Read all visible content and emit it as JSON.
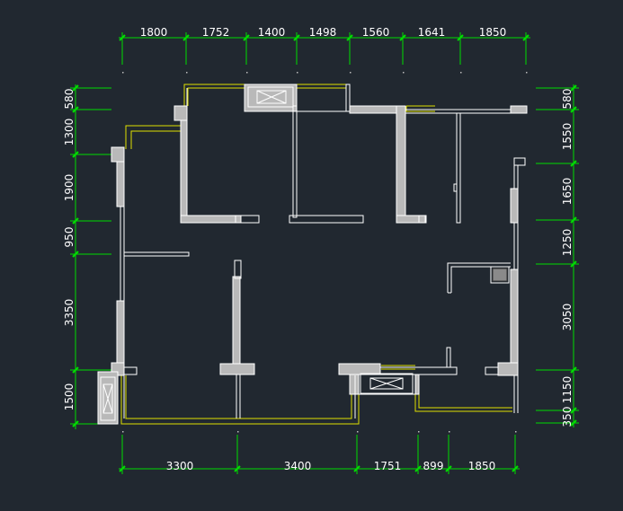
{
  "colors": {
    "background": "#212830",
    "dimension": "#00dd00",
    "wall_fill": "#b9b9b9",
    "wall_line": "#ffffff",
    "balcony": "#e0e000",
    "text": "#ffffff"
  },
  "dimensions": {
    "top": [
      "1800",
      "1752",
      "1400",
      "1498",
      "1560",
      "1641",
      "1850"
    ],
    "bottom": [
      "3300",
      "3400",
      "1751",
      "899",
      "1850"
    ],
    "left": [
      "580",
      "1300",
      "1900",
      "950",
      "3350",
      "1500"
    ],
    "right": [
      "580",
      "1550",
      "1650",
      "1250",
      "3050",
      "1150",
      "350"
    ]
  }
}
